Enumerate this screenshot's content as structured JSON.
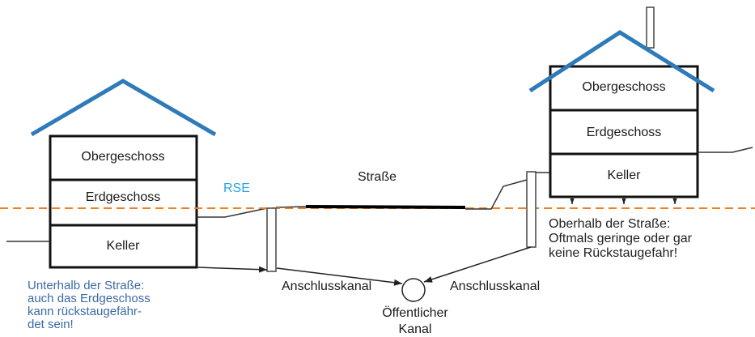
{
  "left_house": {
    "floors": {
      "upper": "Obergeschoss",
      "ground": "Erdgeschoss",
      "basement": "Keller"
    },
    "note": [
      "Unterhalb der Straße:",
      "auch das Erdgeschoss",
      "kann rückstaugefähr-",
      "det sein!"
    ]
  },
  "right_house": {
    "floors": {
      "upper": "Obergeschoss",
      "ground": "Erdgeschoss",
      "basement": "Keller"
    },
    "note": [
      "Oberhalb der Straße:",
      "Oftmals geringe oder gar",
      "keine Rückstaugefahr!"
    ]
  },
  "labels": {
    "rse": "RSE",
    "street": "Straße",
    "connector_left": "Anschlusskanal",
    "connector_right": "Anschlusskanal",
    "public_sewer": [
      "Öffentlicher",
      "Kanal"
    ]
  },
  "colors": {
    "roof": "#2f7ab9",
    "backflow_level_line": "#f07f23",
    "rse_label": "#2ba3dc",
    "left_note": "#3a6aa6",
    "right_note": "#1f1f1f"
  }
}
